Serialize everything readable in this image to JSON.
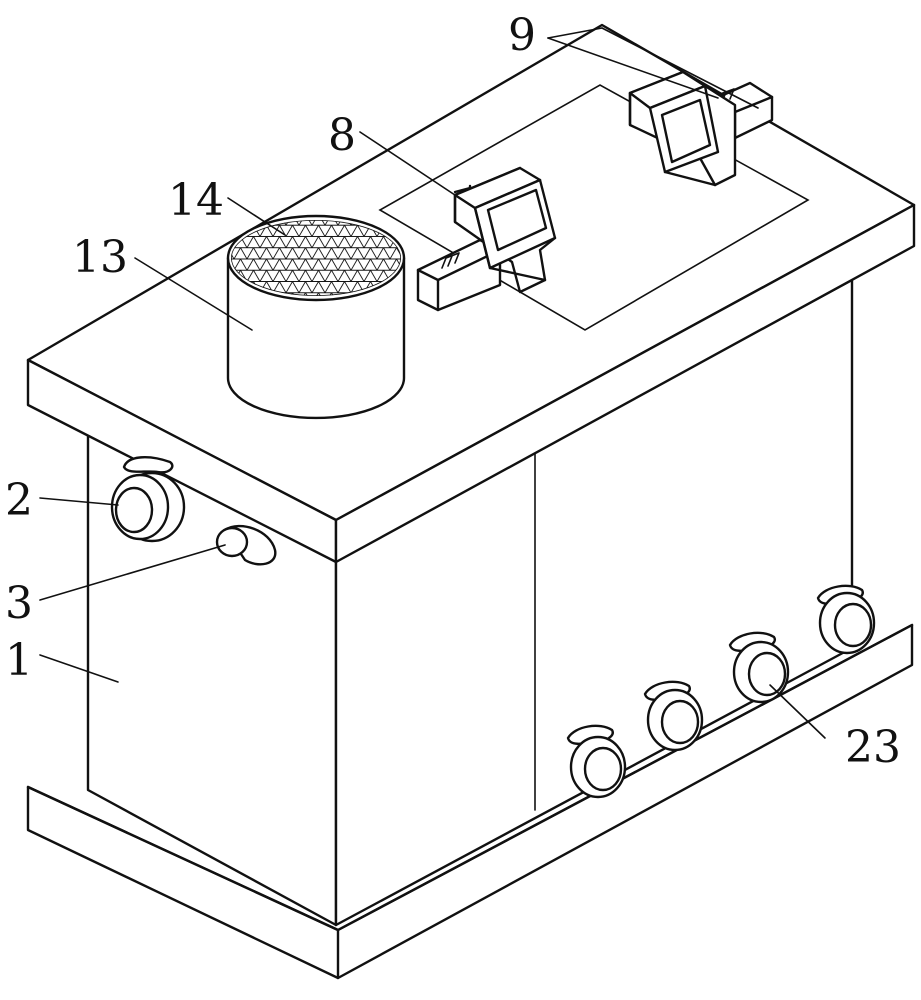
{
  "labels": {
    "part_1": "1",
    "part_2": "2",
    "part_3": "3",
    "part_8": "8",
    "part_9": "9",
    "part_13": "13",
    "part_14": "14",
    "part_23": "23"
  },
  "colors": {
    "line": "#111111",
    "background": "#ffffff"
  }
}
